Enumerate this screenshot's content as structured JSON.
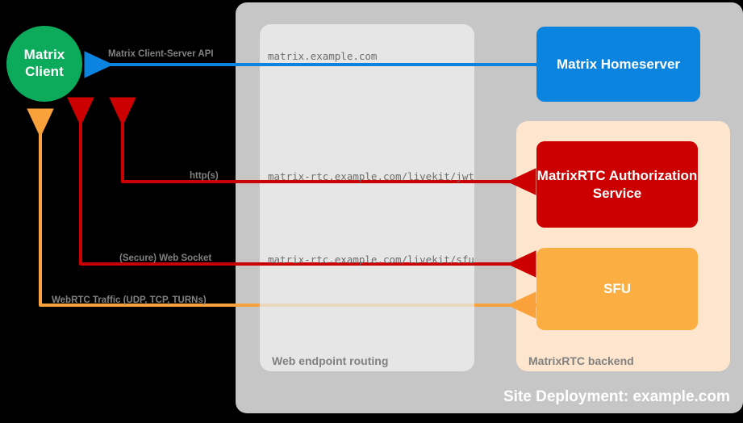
{
  "diagram": {
    "title": "Site Deployment: example.com",
    "background": "#000000",
    "site_container": {
      "label": "Site Deployment: example.com",
      "color": "#c6c6c6"
    },
    "routing_container": {
      "label": "Web endpoint routing",
      "color": "#e6e6e6"
    },
    "backend_container": {
      "label": "MatrixRTC backend",
      "color": "#fde6cd"
    }
  },
  "nodes": {
    "client": {
      "line1": "Matrix",
      "line2": "Client",
      "color": "#0cab5c",
      "shape": "circle"
    },
    "homeserver": {
      "label": "Matrix Homeserver",
      "color": "#0b84e0"
    },
    "authorization": {
      "label": "MatrixRTC Authorization Service",
      "color": "#cc0000"
    },
    "sfu": {
      "label": "SFU",
      "color": "#fbae42"
    }
  },
  "edges": [
    {
      "id": "cs-api",
      "label": "Matrix Client-Server API",
      "color": "#0b84e0",
      "endpoint": "matrix.example.com",
      "direction": "to-client"
    },
    {
      "id": "https",
      "label": "http(s)",
      "color": "#cc0000",
      "endpoint": "matrix-rtc.example.com/livekit/jwt",
      "direction": "bidirectional"
    },
    {
      "id": "websocket",
      "label": "(Secure) Web Socket",
      "color": "#cc0000",
      "endpoint": "matrix-rtc.example.com/livekit/sfu",
      "direction": "bidirectional"
    },
    {
      "id": "webrtc",
      "label": "WebRTC Traffic (UDP, TCP, TURNs)",
      "color": "#f9a23c",
      "endpoint": "",
      "direction": "bidirectional"
    }
  ],
  "endpoints": {
    "matrix": "matrix.example.com",
    "jwt": "matrix-rtc.example.com/livekit/jwt",
    "sfu": "matrix-rtc.example.com/livekit/sfu"
  }
}
